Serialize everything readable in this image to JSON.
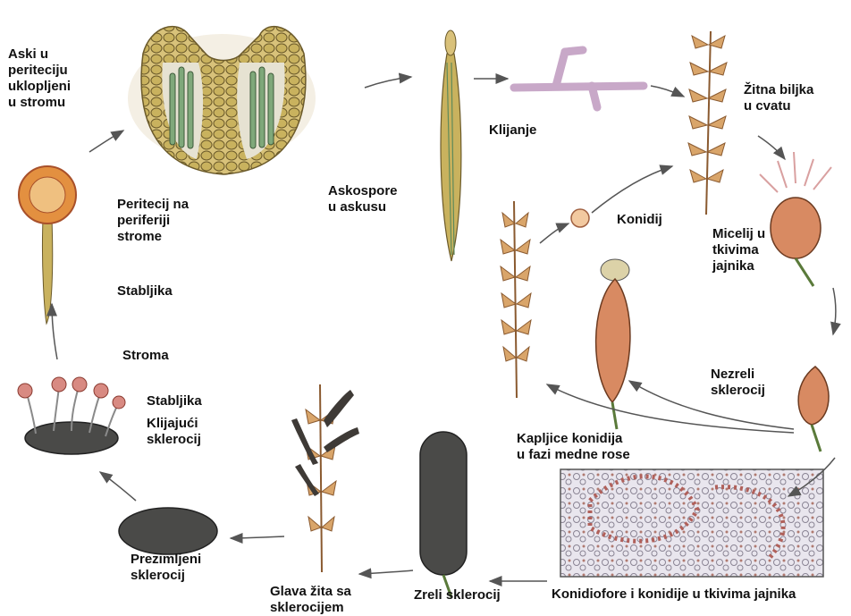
{
  "labels": {
    "aski": "Aski u\nperiteciju\nuklopljeni\nu stromu",
    "peritecij": "Peritecij na\nperiferiji\nstrome",
    "stabljika_top": "Stabljika",
    "stroma": "Stroma",
    "stabljika_bottom": "Stabljika",
    "klijajuci": "Klijajući\nsklerocij",
    "prezimljeni": "Prezimljeni\nsklerocij",
    "glava": "Glava žita sa\nsklerocijem",
    "zreli": "Zreli sklerocij",
    "konidiofore": "Konidiofore i konidije u tkivima jajnika",
    "kapljice": "Kapljice    konidija\nu fazi medne rose",
    "nezreli": "Nezreli\nsklerocij",
    "micelij": "Micelij u\ntkivima\njajnika",
    "zitna": "Žitna biljka\nu cvatu",
    "klijanje": "Klijanje",
    "askospore": "Askospore\nu askusu",
    "konidij": "Konidij"
  },
  "colors": {
    "cell": "#c9b25e",
    "ascus": "#7fa87a",
    "sclerotium": "#4a4a48",
    "wheat": "#d9a56a",
    "ovary": "#d88a62",
    "hypha": "#c8a8c8",
    "arrow": "#555555"
  }
}
